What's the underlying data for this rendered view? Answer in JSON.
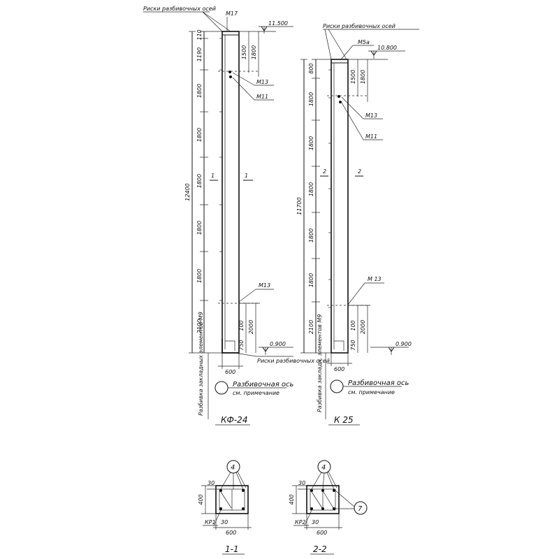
{
  "left_column": {
    "label_axes_top": "Риски разбивочных осей",
    "mark_top": "М17",
    "elev_top": "11.500",
    "dim_top": "110",
    "dims": [
      "1190",
      "1800",
      "1800",
      "1800",
      "1800",
      "1800",
      "2100"
    ],
    "dim_total": "12400",
    "dims_right": [
      "1500",
      "1800"
    ],
    "mark_m13": "М13",
    "mark_m11": "М11",
    "mark_m13_lower": "М13",
    "section": "1",
    "dims_bottom_right": [
      "100",
      "2000",
      "750"
    ],
    "elev_bottom": "0.900",
    "width": "600",
    "label_axes_bottom": "Риски разбивочных осей",
    "label_embedded": "Разбивка закладных элементов М9",
    "label_axis": "Разбивочная ось",
    "label_note": "см. примечание",
    "name": "КФ-24"
  },
  "right_column": {
    "label_axes_top": "Риски разбивочных осей",
    "mark_top": "М5а",
    "elev_top": "10.800",
    "dims": [
      "800",
      "1800",
      "1800",
      "1800",
      "1800",
      "1800",
      "2100"
    ],
    "dim_total": "11700",
    "dims_right": [
      "1500",
      "1800"
    ],
    "mark_m13": "М13",
    "mark_m11": "М11",
    "mark_m13_lower": "М 13",
    "section": "2",
    "dims_bottom_right": [
      "100",
      "2000",
      "750"
    ],
    "elev_bottom": "0.900",
    "width": "600",
    "label_embedded": "Разбивка закладн. элементов М9",
    "label_axis": "Разбивочная ось",
    "label_note": "см. примечание",
    "name": "К 25"
  },
  "section_1": {
    "bubble": "4",
    "dim_h": "400",
    "dim_top": "30",
    "dim_bottom": "30",
    "width": "600",
    "mark": "КР1",
    "title": "1-1"
  },
  "section_2": {
    "bubble": "4",
    "bubble2": "7",
    "dim_h": "400",
    "dim_top": "30",
    "dim_bottom": "30",
    "width": "600",
    "mark": "КР2",
    "title": "2-2"
  }
}
